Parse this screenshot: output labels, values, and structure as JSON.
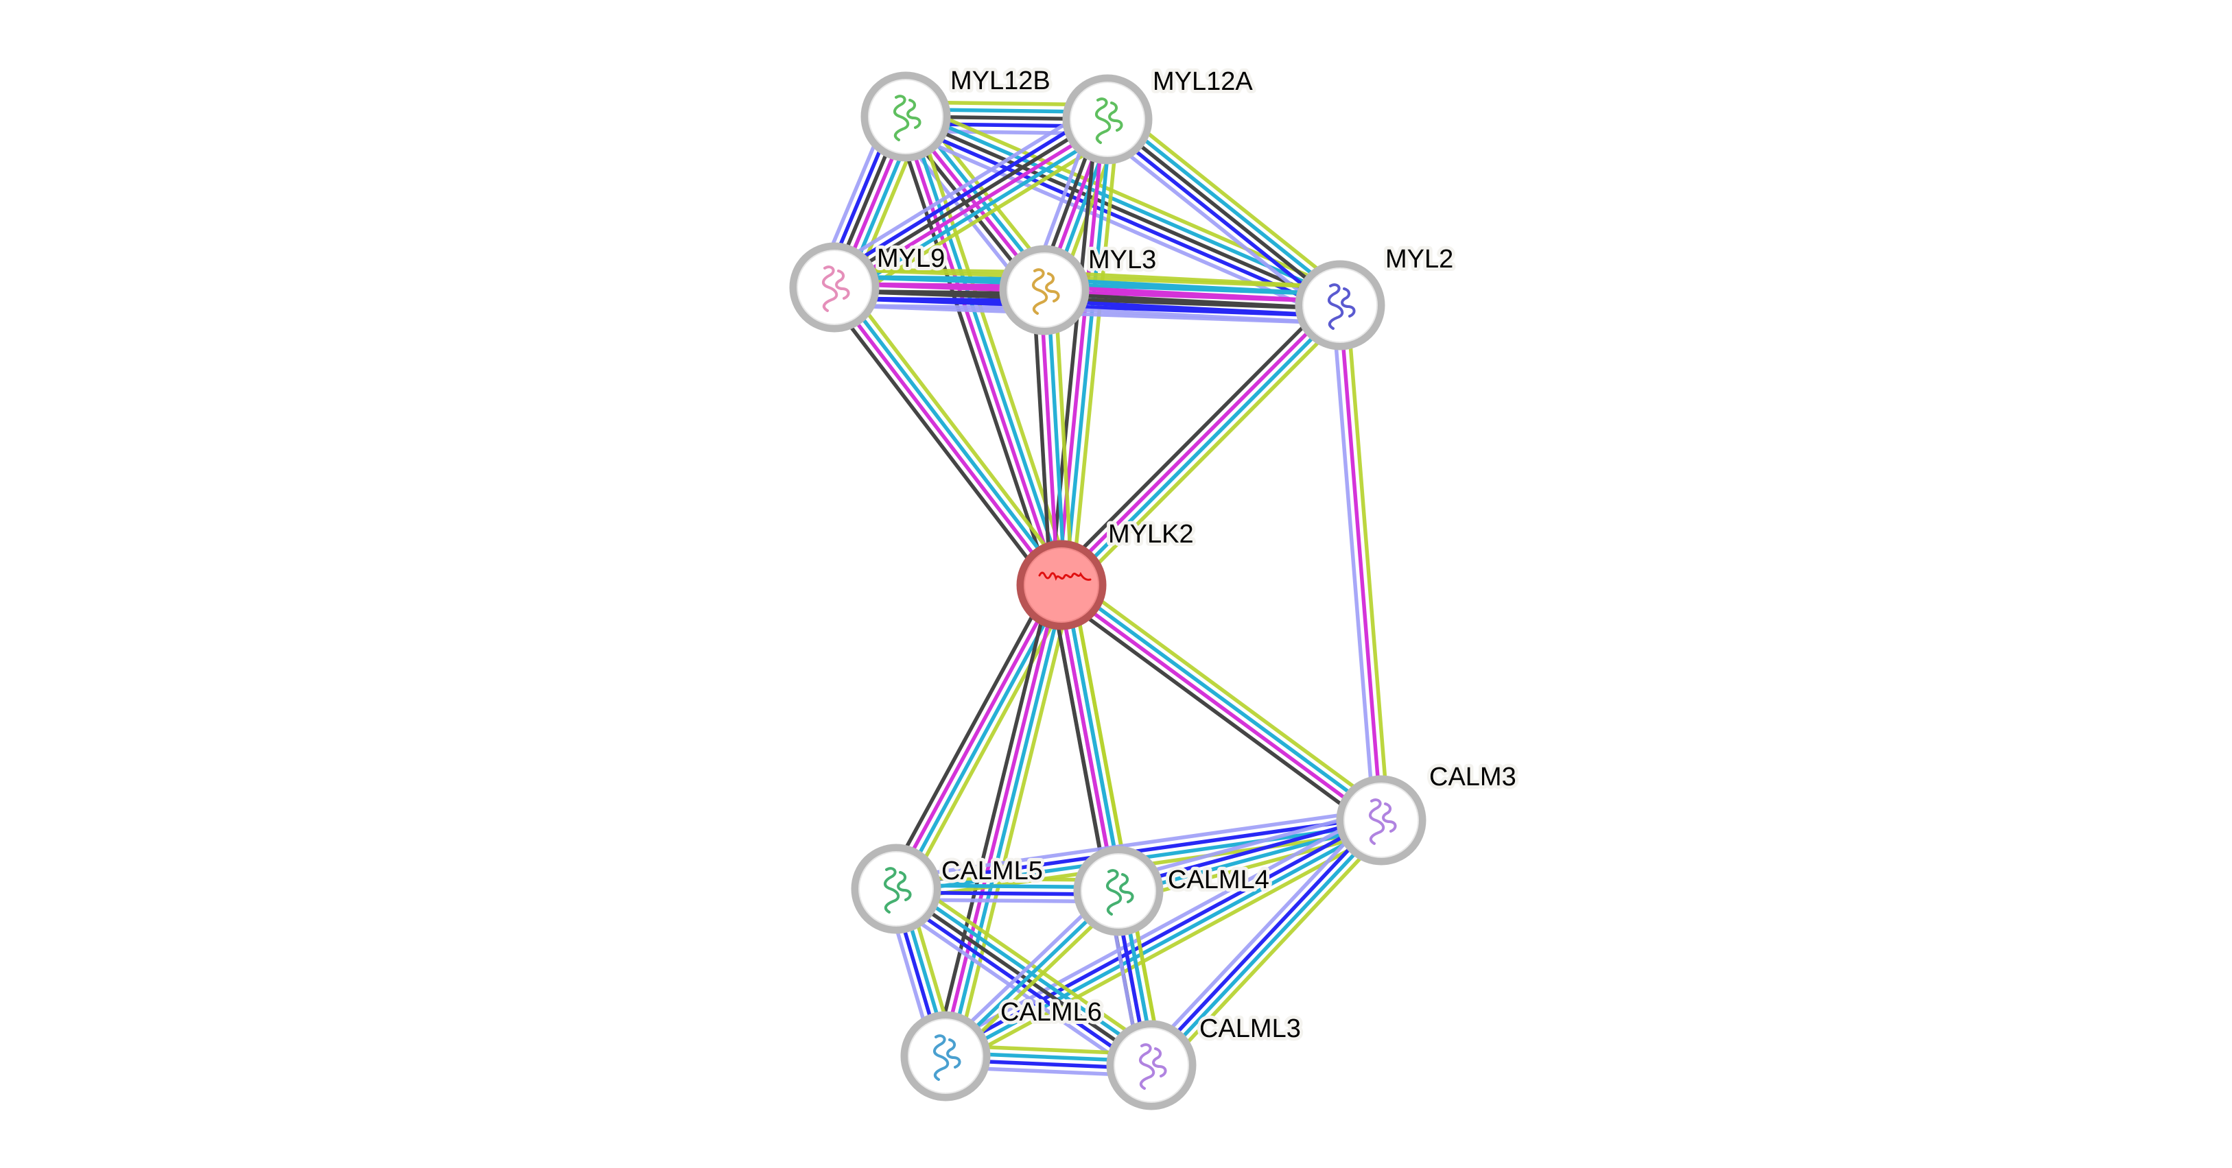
{
  "network": {
    "evidence_colors": {
      "textmining": "#b6d32f",
      "database": "#26b0d6",
      "experiments": "#d433d9",
      "coexpression": "#454545",
      "cooccurrence": "#2828f5",
      "homology": "#9f9ff7"
    },
    "query_node": "MYLK2",
    "nodes": [
      {
        "id": "MYL12B",
        "label": "MYL12B",
        "query": false,
        "structure_color": "#5fbf5f"
      },
      {
        "id": "MYL12A",
        "label": "MYL12A",
        "query": false,
        "structure_color": "#5fbf5f"
      },
      {
        "id": "MYL9",
        "label": "MYL9",
        "query": false,
        "structure_color": "#e58fba"
      },
      {
        "id": "MYL3",
        "label": "MYL3",
        "query": false,
        "structure_color": "#d6a845"
      },
      {
        "id": "MYL2",
        "label": "MYL2",
        "query": false,
        "structure_color": "#5a5ad0"
      },
      {
        "id": "MYLK2",
        "label": "MYLK2",
        "query": true,
        "structure_color": "#e01010"
      },
      {
        "id": "CALM3",
        "label": "CALM3",
        "query": false,
        "structure_color": "#b083e0"
      },
      {
        "id": "CALML5",
        "label": "CALML5",
        "query": false,
        "structure_color": "#45b070"
      },
      {
        "id": "CALML4",
        "label": "CALML4",
        "query": false,
        "structure_color": "#45b070"
      },
      {
        "id": "CALML6",
        "label": "CALML6",
        "query": false,
        "structure_color": "#4aa0d0"
      },
      {
        "id": "CALML3",
        "label": "CALML3",
        "query": false,
        "structure_color": "#b083e0"
      }
    ],
    "edges": [
      {
        "a": "MYL12B",
        "b": "MYL12A",
        "evidence": [
          "homology",
          "cooccurrence",
          "coexpression",
          "database",
          "textmining"
        ]
      },
      {
        "a": "MYL12B",
        "b": "MYL9",
        "evidence": [
          "homology",
          "cooccurrence",
          "coexpression",
          "experiments",
          "database",
          "textmining"
        ]
      },
      {
        "a": "MYL12B",
        "b": "MYL3",
        "evidence": [
          "homology",
          "coexpression",
          "experiments",
          "database",
          "textmining"
        ]
      },
      {
        "a": "MYL12B",
        "b": "MYL2",
        "evidence": [
          "homology",
          "cooccurrence",
          "coexpression",
          "database",
          "textmining"
        ]
      },
      {
        "a": "MYL12B",
        "b": "MYLK2",
        "evidence": [
          "coexpression",
          "experiments",
          "database",
          "textmining"
        ]
      },
      {
        "a": "MYL12A",
        "b": "MYL9",
        "evidence": [
          "homology",
          "cooccurrence",
          "coexpression",
          "experiments",
          "database",
          "textmining"
        ]
      },
      {
        "a": "MYL12A",
        "b": "MYL3",
        "evidence": [
          "homology",
          "coexpression",
          "experiments",
          "database",
          "textmining"
        ]
      },
      {
        "a": "MYL12A",
        "b": "MYL2",
        "evidence": [
          "homology",
          "cooccurrence",
          "coexpression",
          "database",
          "textmining"
        ]
      },
      {
        "a": "MYL12A",
        "b": "MYLK2",
        "evidence": [
          "coexpression",
          "experiments",
          "database",
          "textmining"
        ]
      },
      {
        "a": "MYL9",
        "b": "MYL3",
        "evidence": [
          "homology",
          "cooccurrence",
          "coexpression",
          "experiments",
          "database",
          "textmining"
        ]
      },
      {
        "a": "MYL9",
        "b": "MYL2",
        "evidence": [
          "homology",
          "cooccurrence",
          "coexpression",
          "experiments",
          "database",
          "textmining"
        ]
      },
      {
        "a": "MYL9",
        "b": "MYLK2",
        "evidence": [
          "coexpression",
          "experiments",
          "database",
          "textmining"
        ]
      },
      {
        "a": "MYL3",
        "b": "MYL2",
        "evidence": [
          "homology",
          "cooccurrence",
          "coexpression",
          "experiments",
          "database",
          "textmining"
        ]
      },
      {
        "a": "MYL3",
        "b": "MYLK2",
        "evidence": [
          "coexpression",
          "experiments",
          "database",
          "textmining"
        ]
      },
      {
        "a": "MYL2",
        "b": "MYLK2",
        "evidence": [
          "coexpression",
          "experiments",
          "database",
          "textmining"
        ]
      },
      {
        "a": "MYL2",
        "b": "CALM3",
        "evidence": [
          "homology",
          "experiments",
          "textmining"
        ]
      },
      {
        "a": "MYLK2",
        "b": "CALM3",
        "evidence": [
          "coexpression",
          "experiments",
          "database",
          "textmining"
        ]
      },
      {
        "a": "MYLK2",
        "b": "CALML5",
        "evidence": [
          "coexpression",
          "experiments",
          "database",
          "textmining"
        ]
      },
      {
        "a": "MYLK2",
        "b": "CALML6",
        "evidence": [
          "coexpression",
          "experiments",
          "database",
          "textmining"
        ]
      },
      {
        "a": "MYLK2",
        "b": "CALML4",
        "evidence": [
          "coexpression",
          "experiments",
          "database",
          "textmining"
        ]
      },
      {
        "a": "MYLK2",
        "b": "CALML3",
        "evidence": [
          "coexpression",
          "experiments",
          "database",
          "textmining"
        ]
      },
      {
        "a": "CALM3",
        "b": "CALML5",
        "evidence": [
          "homology",
          "cooccurrence",
          "database",
          "textmining"
        ]
      },
      {
        "a": "CALM3",
        "b": "CALML4",
        "evidence": [
          "homology",
          "cooccurrence",
          "database",
          "textmining"
        ]
      },
      {
        "a": "CALM3",
        "b": "CALML6",
        "evidence": [
          "homology",
          "cooccurrence",
          "database",
          "textmining"
        ]
      },
      {
        "a": "CALM3",
        "b": "CALML3",
        "evidence": [
          "homology",
          "cooccurrence",
          "database",
          "textmining"
        ]
      },
      {
        "a": "CALML5",
        "b": "CALML4",
        "evidence": [
          "homology",
          "cooccurrence",
          "database",
          "textmining"
        ]
      },
      {
        "a": "CALML5",
        "b": "CALML6",
        "evidence": [
          "homology",
          "cooccurrence",
          "database",
          "textmining"
        ]
      },
      {
        "a": "CALML5",
        "b": "CALML3",
        "evidence": [
          "homology",
          "cooccurrence",
          "coexpression",
          "database",
          "textmining"
        ]
      },
      {
        "a": "CALML4",
        "b": "CALML6",
        "evidence": [
          "homology",
          "database",
          "textmining"
        ]
      },
      {
        "a": "CALML4",
        "b": "CALML3",
        "evidence": [
          "homology",
          "cooccurrence",
          "database",
          "textmining"
        ]
      },
      {
        "a": "CALML6",
        "b": "CALML3",
        "evidence": [
          "homology",
          "cooccurrence",
          "database",
          "textmining"
        ]
      }
    ]
  }
}
